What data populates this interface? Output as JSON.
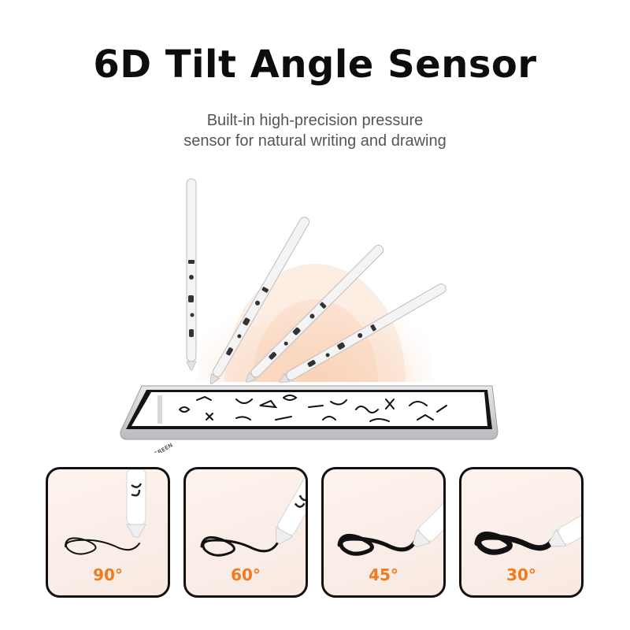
{
  "header": {
    "title": "6D Tilt Angle Sensor",
    "subtitle_line1": "Built-in high-precision pressure",
    "subtitle_line2": "sensor for natural writing and drawing"
  },
  "hero": {
    "brand": "UGREEN",
    "pen_body_color": "#f4f4f4",
    "glow_color": "#f7c9a8"
  },
  "cards": [
    {
      "angle_label": "90°"
    },
    {
      "angle_label": "60°"
    },
    {
      "angle_label": "45°"
    },
    {
      "angle_label": "30°"
    }
  ],
  "colors": {
    "accent": "#f07a20",
    "ink": "#111111",
    "card_bg": "#fbeee8"
  }
}
